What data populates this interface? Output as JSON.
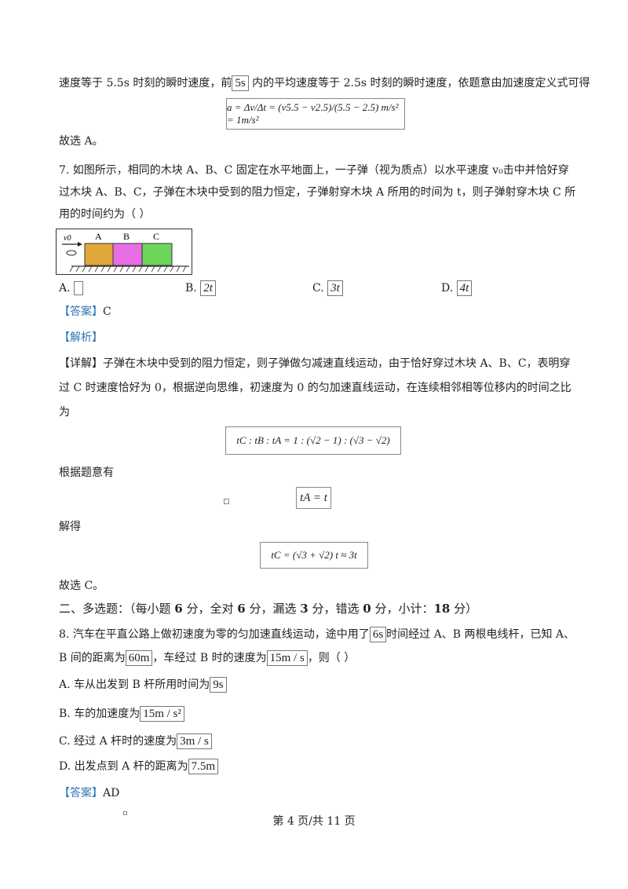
{
  "intro": {
    "text1": "速度等于 5.5s 时刻的瞬时速度，前",
    "box": "5s",
    "text2": " 内的平均速度等于 2.5s 时刻的瞬时速度，依题意由加速度定义式可得"
  },
  "formula1": "a = Δv/Δt = (v5.5 − v2.5)/(5.5 − 2.5) m/s² = 1m/s²",
  "choice6": "故选 A。",
  "q7": {
    "line1": "7. 如图所示，相同的木块 A、B、C 固定在水平地面上，一子弹（视为质点）以水平速度 v₀击中并恰好穿",
    "line2": "过木块 A、B、C，子弹在木块中受到的阻力恒定，子弹射穿木块 A 所用的时间为 t，则子弹射穿木块 C 所",
    "line3": "用的时间约为（        ）",
    "figure": {
      "v0": "v0",
      "blockA": "A",
      "blockB": "B",
      "blockC": "C"
    },
    "optA": "A.",
    "optB": "B.",
    "optBval": "2t",
    "optC": "C.",
    "optCval": "3t",
    "optD": "D.",
    "optDval": "4t",
    "answer_label": "【答案】",
    "answer": "C",
    "analysis_label": "【解析】",
    "detail_label": "【详解】",
    "detail1": "子弹在木块中受到的阻力恒定，则子弹做匀减速直线运动，由于恰好穿过木块 A、B、C，表明穿",
    "detail2": "过 C 时速度恰好为 0，根据逆向思维，初速度为 0 的匀加速直线运动，在连续相邻相等位移内的时间之比",
    "detail3": "为",
    "formula2": "tC : tB : tA = 1 : (√2 − 1) : (√3 − √2)",
    "according": "根据题意有",
    "formula3": "tA = t",
    "solve": "解得",
    "formula4": "tC = (√3 + √2) t ≈ 3t",
    "choice": "故选 C。"
  },
  "section2": {
    "prefix": "二、多选题：（每小题 ",
    "n1": "6",
    "mid1": " 分，全对 ",
    "n2": "6",
    "mid2": " 分，漏选 ",
    "n3": "3",
    "mid3": " 分，错选 ",
    "n4": "0",
    "mid4": " 分，小计：",
    "n5": "18",
    "suffix": " 分）"
  },
  "q8": {
    "l1a": "8. 汽车在平直公路上做初速度为零的匀加速直线运动，途中用了",
    "l1box": "6s",
    "l1b": "时间经过 A、B 两根电线杆，已知 A、",
    "l2a": "B 间的距离为",
    "l2box1": "60m",
    "l2b": "，车经过 B 时的速度为",
    "l2box2": "15m / s",
    "l2c": "，则（        ）",
    "optA": "A. 车从出发到 B 杆所用时间为",
    "optAbox": "9s",
    "optB": "B. 车的加速度为",
    "optBbox": "15m / s²",
    "optC": "C. 经过 A 杆时的速度为",
    "optCbox": "3m / s",
    "optD": "D. 出发点到 A 杆的距离为",
    "optDbox": "7.5m",
    "answer_label": "【答案】",
    "answer": "AD"
  },
  "footer": "第 4 页/共 11 页"
}
